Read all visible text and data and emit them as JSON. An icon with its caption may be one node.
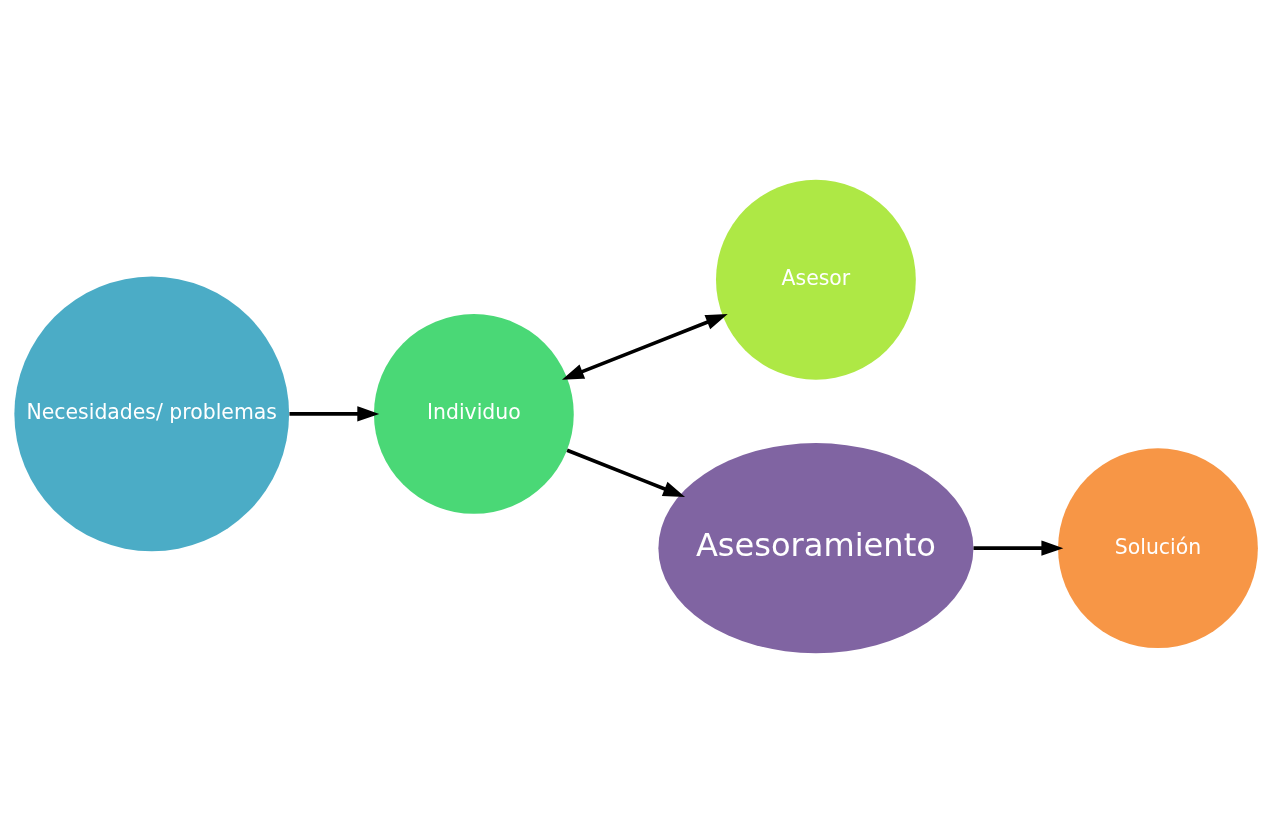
{
  "diagram": {
    "nodes": [
      {
        "text": [
          "Necesidades/ problemas"
        ]
      },
      {
        "text": [
          "Asesor"
        ]
      },
      {
        "text": [
          "Individuo"
        ]
      },
      {
        "text": [
          "Asesoramiento"
        ]
      },
      {
        "text": [
          "Solución"
        ]
      }
    ],
    "edges": [
      {
        "from": 0,
        "to": 2,
        "arrow": "to"
      },
      {
        "from": 2,
        "to": 1,
        "arrow": "both"
      },
      {
        "from": 2,
        "to": 3,
        "arrow": "to"
      },
      {
        "from": 3,
        "to": 4,
        "arrow": "to"
      }
    ]
  }
}
